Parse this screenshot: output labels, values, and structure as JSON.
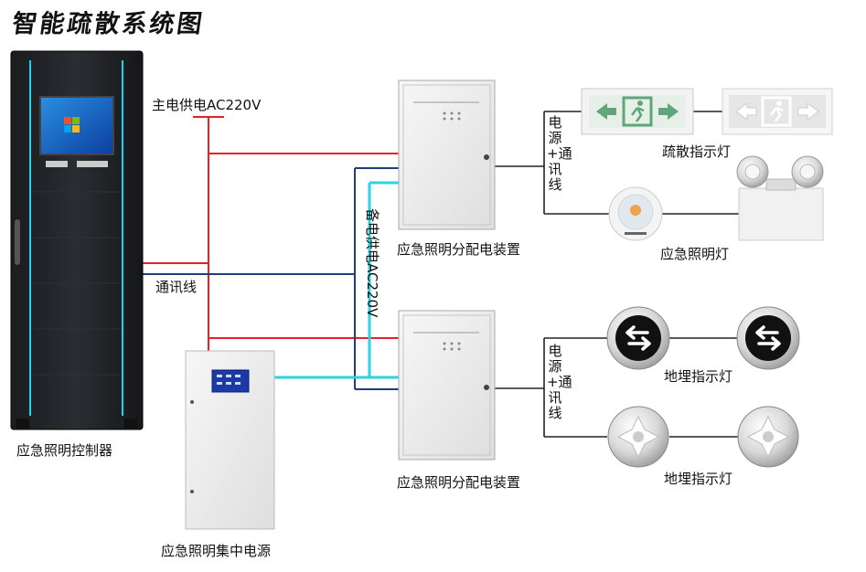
{
  "title": "智能疏散系统图",
  "labels": {
    "main_power": "主电供电AC220V",
    "backup_power": "备电供电AC220V",
    "comm_line": "通讯线",
    "power_comm_top": "电源+通讯线",
    "power_comm_bottom": "电源+通讯线",
    "controller": "应急照明控制器",
    "central_power": "应急照明集中电源",
    "distributor_top": "应急照明分配电装置",
    "distributor_bottom": "应急照明分配电装置",
    "exit_sign": "疏散指示灯",
    "emergency_light": "应急照明灯",
    "floor_sign_top": "地埋指示灯",
    "floor_sign_bottom": "地埋指示灯"
  },
  "colors": {
    "main_power_line": "#e8202a",
    "comm_line": "#1f3f78",
    "backup_power_line": "#2fd3e0",
    "branch_line": "#222222"
  }
}
